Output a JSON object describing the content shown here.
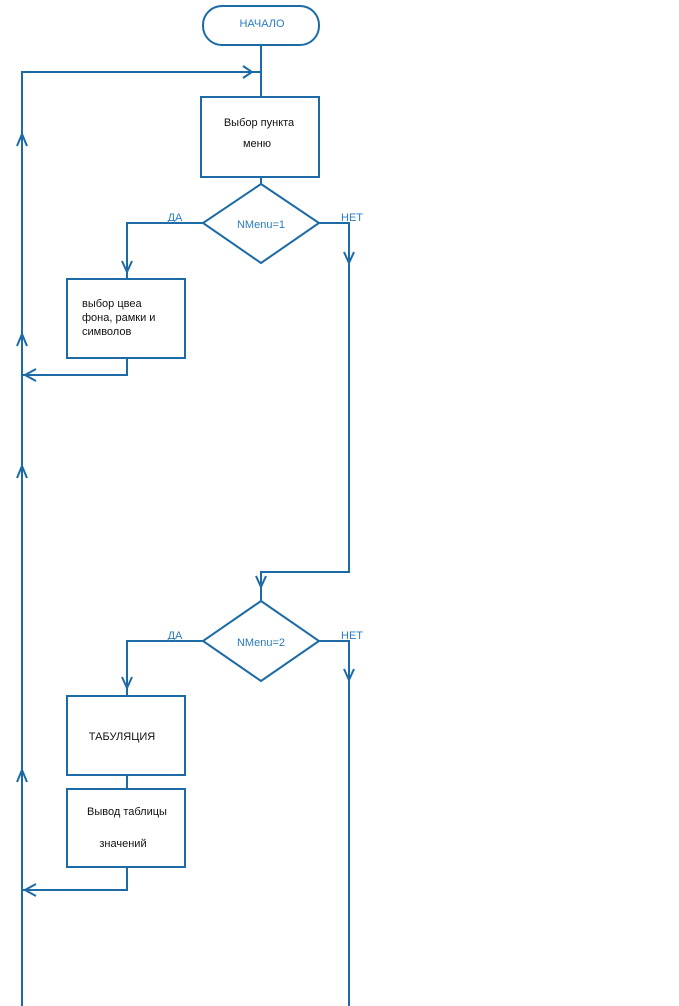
{
  "diagram": {
    "start_label": "НАЧАЛО",
    "menu_box": {
      "line1": "Выбор пункта",
      "line2": "меню"
    },
    "decision1": {
      "label": "NMenu=1",
      "yes": "ДА",
      "no": "НЕТ"
    },
    "color_box": {
      "line1": "выбор цвеа",
      "line2": "фона, рамки и",
      "line3": "символов"
    },
    "decision2": {
      "label": "NMenu=2",
      "yes": "ДА",
      "no": "НЕТ"
    },
    "tab_box": {
      "label": "ТАБУЛЯЦИЯ"
    },
    "output_box": {
      "line1": "Вывод таблицы",
      "line2": "значений"
    }
  },
  "colors": {
    "line": "#1c6aa6",
    "label": "#2a7bc0",
    "text": "#111111"
  }
}
